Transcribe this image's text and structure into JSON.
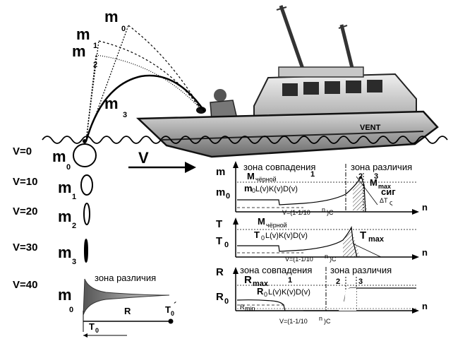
{
  "mass_labels": {
    "m0": "m",
    "m0_sub": "0",
    "m1": "m",
    "m1_sub": "1",
    "m2": "m",
    "m2_sub": "2",
    "m3": "m",
    "m3_sub": "3"
  },
  "boat_name": "VENT",
  "velocity": {
    "arrow_label": "V",
    "rows": [
      {
        "label": "V=0",
        "mass": "m",
        "sub": "0"
      },
      {
        "label": "V=10",
        "mass": "m",
        "sub": "1"
      },
      {
        "label": "V=20",
        "mass": "m",
        "sub": "2"
      },
      {
        "label": "V=30",
        "mass": "m",
        "sub": "3"
      },
      {
        "label": "V=40",
        "mass": "m",
        "sub": "0"
      }
    ]
  },
  "plume": {
    "zone_label": "зона различия",
    "r_label": "R",
    "t0_label": "T",
    "t0_sub": "0",
    "t0prime_label": "T",
    "t0prime_sub": "0",
    "t0prime_mark": "´"
  },
  "panel_m": {
    "axis_y": "m",
    "axis_x": "n",
    "y0": "m",
    "y0_sub": "0",
    "zone_match": "зона совпадения",
    "zone_diff": "зона различия",
    "zone1": "1",
    "zone2": "2",
    "zone3": "3",
    "m_black": "M",
    "m_black_sub": "чёрной",
    "m_max": "M",
    "m_max_sub": "max",
    "formula": "m",
    "formula_sub": "0",
    "formula_rest": " L(v)K(v)D(v)",
    "signal": "сиг",
    "delta": "ΔT",
    "delta_sub": "ς",
    "x_formula": "V=(1-1/10",
    "x_formula_sup": "n",
    "x_formula_tail": ")C"
  },
  "panel_t": {
    "axis_y": "T",
    "axis_x": "n",
    "y0": "T",
    "y0_sub": "0",
    "m_black": "M",
    "m_black_sub": "чёрной",
    "t_max": "T",
    "t_max_sub": "max",
    "formula": "T",
    "formula_sub": "0",
    "formula_rest": " L(v)K(v)D(v)",
    "x_formula": "V=(1-1/10",
    "x_formula_sup": "n",
    "x_formula_tail": ")C"
  },
  "panel_r": {
    "axis_y": "R",
    "axis_x": "n",
    "y0": "R",
    "y0_sub": "0",
    "zone_match": "зона совпадения",
    "zone_diff": "зона различия",
    "zone1": "1",
    "zone2": "2",
    "zone3": "3",
    "r_max": "R",
    "r_max_sub": "max",
    "r_min": "R",
    "r_min_sub": "min",
    "formula": "R",
    "formula_sub": "0",
    "formula_rest": "L(v)K(v)D(v)",
    "x_formula": "V=(1-1/10",
    "x_formula_sup": "n",
    "x_formula_tail": ")C"
  }
}
